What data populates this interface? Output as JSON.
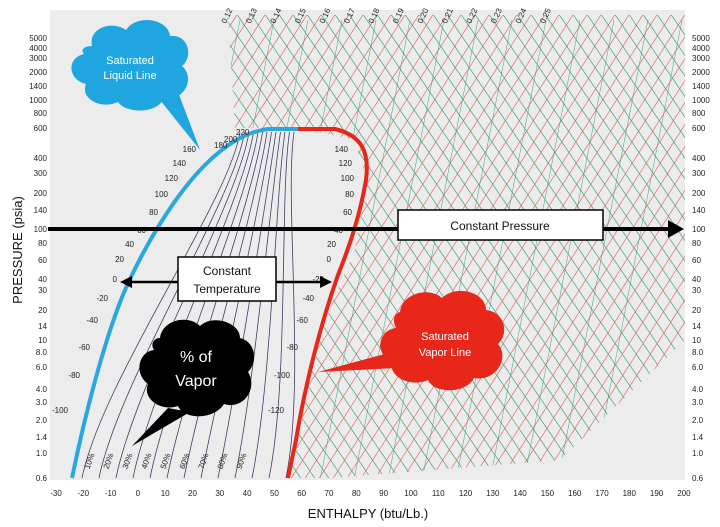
{
  "axes": {
    "x_title": "ENTHALPY (btu/Lb.)",
    "y_title": "PRESSURE (psia)",
    "x_ticks": [
      "-30",
      "-20",
      "-10",
      "0",
      "10",
      "20",
      "30",
      "40",
      "50",
      "60",
      "70",
      "80",
      "90",
      "100",
      "110",
      "120",
      "130",
      "140",
      "150",
      "160",
      "170",
      "180",
      "190",
      "200"
    ],
    "y_ticks": [
      "5000",
      "4000",
      "3000",
      "2000",
      "1400",
      "1000",
      "800",
      "600",
      "400",
      "300",
      "200",
      "140",
      "100",
      "80",
      "60",
      "40",
      "30",
      "20",
      "14",
      "10",
      "8.0",
      "6.0",
      "4.0",
      "3.0",
      "2.0",
      "1.4",
      "1.0",
      "0.6"
    ]
  },
  "temperature_labels_liquid": [
    "160",
    "140",
    "120",
    "100",
    "80",
    "60",
    "40",
    "20",
    "0",
    "-20",
    "-40",
    "-60",
    "-80",
    "-100"
  ],
  "temperature_labels_vapor": [
    "140",
    "120",
    "100",
    "80",
    "60",
    "40",
    "20",
    "0",
    "-20",
    "-40",
    "-60",
    "-80",
    "-100",
    "-120"
  ],
  "temperature_labels_top": [
    "220",
    "200",
    "180"
  ],
  "quality_labels": [
    "10%",
    "20%",
    "30%",
    "40%",
    "50%",
    "60%",
    "70%",
    "80%",
    "90%"
  ],
  "entropy_labels": [
    "0.12",
    "0.13",
    "0.14",
    "0.15",
    "0.16",
    "0.17",
    "0.18",
    "0.19",
    "0.20",
    "0.21",
    "0.22",
    "0.23",
    "0.24",
    "0.25"
  ],
  "annotations": {
    "saturated_liquid": [
      "Saturated",
      "Liquid Line"
    ],
    "saturated_vapor": [
      "Saturated",
      "Vapor Line"
    ],
    "vapor_percent": [
      "% of",
      "Vapor"
    ],
    "constant_temperature": [
      "Constant",
      "Temperature"
    ],
    "constant_pressure": "Constant Pressure"
  },
  "colors": {
    "chart_background": "#ececec",
    "saturated_liquid_line": "#2aa7df",
    "saturated_vapor_line": "#e8261a",
    "liquid_cloud": "#1fa6e0",
    "vapor_cloud": "#e8261a",
    "vapor_percent_cloud": "#000000",
    "red_grid": "#e86a6a",
    "green_grid": "#3aa27a",
    "isotherm": "#3a3f63"
  }
}
